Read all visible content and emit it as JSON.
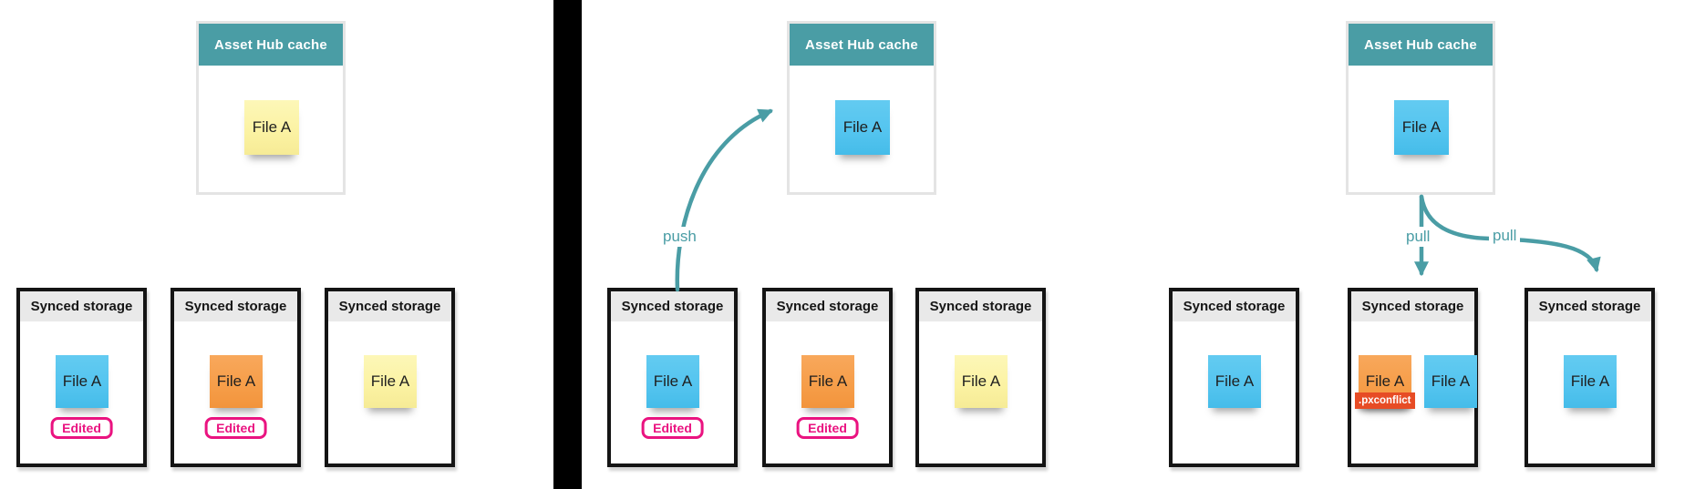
{
  "labels": {
    "cache_title": "Asset Hub cache",
    "storage_title": "Synced storage",
    "file_note": "File A",
    "edited_badge": "Edited",
    "conflict_tag": ".pxconflict",
    "push": "push",
    "pull": "pull"
  },
  "colors": {
    "teal_header_and_arrows": "#4A9DA5",
    "note_blue": "#53C4EF",
    "note_yellow": "#FBF2A2",
    "note_orange": "#F69D48",
    "conflict_red": "#E74C25",
    "edited_pink": "#EA1380",
    "storage_border_black": "#141414",
    "storage_header_gray": "#E9E9E9",
    "cache_border_gray": "#E4E4E4",
    "divider_black": "#000000"
  },
  "panels": [
    {
      "cache": {
        "title": "Asset Hub cache",
        "notes": [
          {
            "label": "File A",
            "color": "yellow"
          }
        ]
      },
      "storages": [
        {
          "title": "Synced storage",
          "notes": [
            {
              "label": "File A",
              "color": "blue"
            }
          ],
          "badge": "Edited"
        },
        {
          "title": "Synced storage",
          "notes": [
            {
              "label": "File A",
              "color": "orange"
            }
          ],
          "badge": "Edited"
        },
        {
          "title": "Synced storage",
          "notes": [
            {
              "label": "File A",
              "color": "yellow"
            }
          ]
        }
      ]
    },
    {
      "cache": {
        "title": "Asset Hub cache",
        "notes": [
          {
            "label": "File A",
            "color": "blue"
          }
        ]
      },
      "arrow": {
        "label": "push",
        "from": "storage-1-top",
        "to": "cache-left"
      },
      "storages": [
        {
          "title": "Synced storage",
          "notes": [
            {
              "label": "File A",
              "color": "blue"
            }
          ],
          "badge": "Edited"
        },
        {
          "title": "Synced storage",
          "notes": [
            {
              "label": "File A",
              "color": "orange"
            }
          ],
          "badge": "Edited"
        },
        {
          "title": "Synced storage",
          "notes": [
            {
              "label": "File A",
              "color": "yellow"
            }
          ]
        }
      ]
    },
    {
      "cache": {
        "title": "Asset Hub cache",
        "notes": [
          {
            "label": "File A",
            "color": "blue"
          }
        ]
      },
      "arrows": [
        {
          "label": "pull",
          "from": "cache-bottom",
          "to": "storage-2-top"
        },
        {
          "label": "pull",
          "from": "cache-bottom",
          "to": "storage-3-top"
        }
      ],
      "storages": [
        {
          "title": "Synced storage",
          "notes": [
            {
              "label": "File A",
              "color": "blue"
            }
          ]
        },
        {
          "title": "Synced storage",
          "notes": [
            {
              "label": "File A",
              "color": "orange",
              "tag": ".pxconflict"
            },
            {
              "label": "File A",
              "color": "blue"
            }
          ]
        },
        {
          "title": "Synced storage",
          "notes": [
            {
              "label": "File A",
              "color": "blue"
            }
          ]
        }
      ]
    }
  ]
}
